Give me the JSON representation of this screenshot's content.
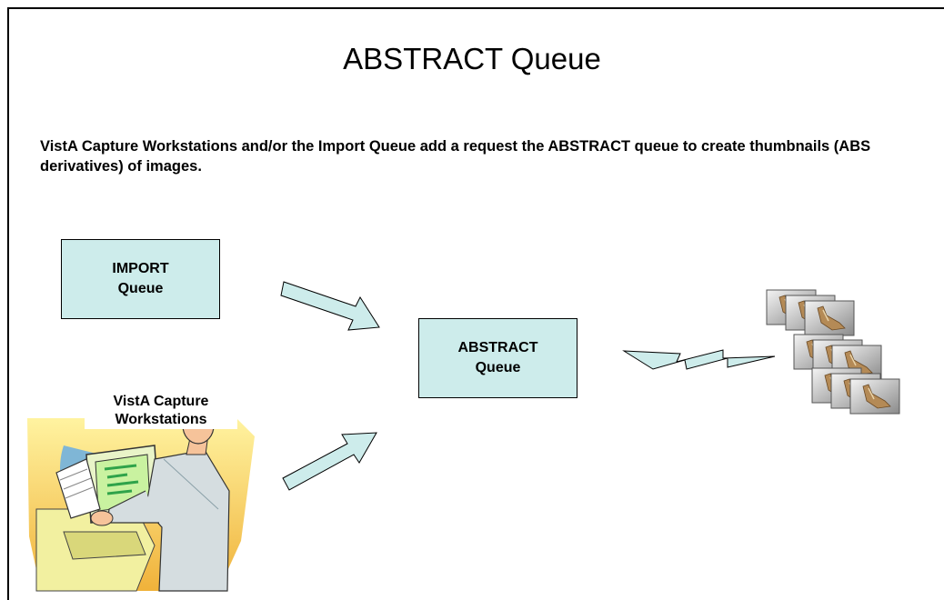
{
  "slide": {
    "title": "ABSTRACT Queue",
    "description": "VistA Capture Workstations and/or the Import Queue add a request the ABSTRACT queue to create thumbnails (ABS derivatives) of images."
  },
  "nodes": {
    "import_queue": {
      "line1": "IMPORT",
      "line2": "Queue"
    },
    "abstract_queue": {
      "line1": "ABSTRACT",
      "line2": "Queue"
    },
    "workstations": {
      "line1": "VistA Capture",
      "line2": "Workstations"
    }
  },
  "colors": {
    "box_fill": "#cdeceb",
    "arrow_fill": "#cdeceb",
    "outline": "#000000"
  },
  "icons": {
    "workstation": "person-at-computer-clipart",
    "thumbnails": "image-thumbnail-stack"
  }
}
